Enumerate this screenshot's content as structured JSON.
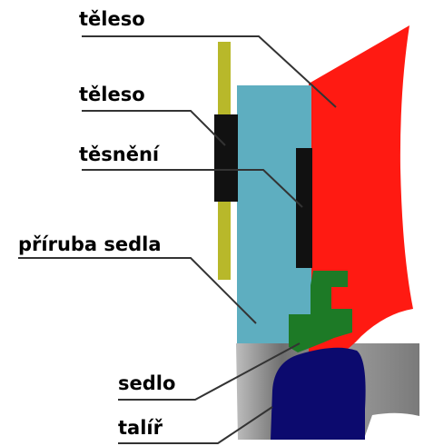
{
  "labels": {
    "teleso_top": "těleso",
    "teleso_mid": "těleso",
    "tesneni": "těsnění",
    "priruba_sedla": "příruba sedla",
    "sedlo": "sedlo",
    "talir": "talíř"
  },
  "colors": {
    "body_red": "#ff1a12",
    "flange_blue": "#5eaec0",
    "gasket_black": "#111111",
    "plate_olive": "#b8b82a",
    "seat_green": "#1d7a26",
    "disc_navy": "#0c0a6e",
    "casting_gray": "#8a8a8a",
    "leader_line": "#333333"
  }
}
